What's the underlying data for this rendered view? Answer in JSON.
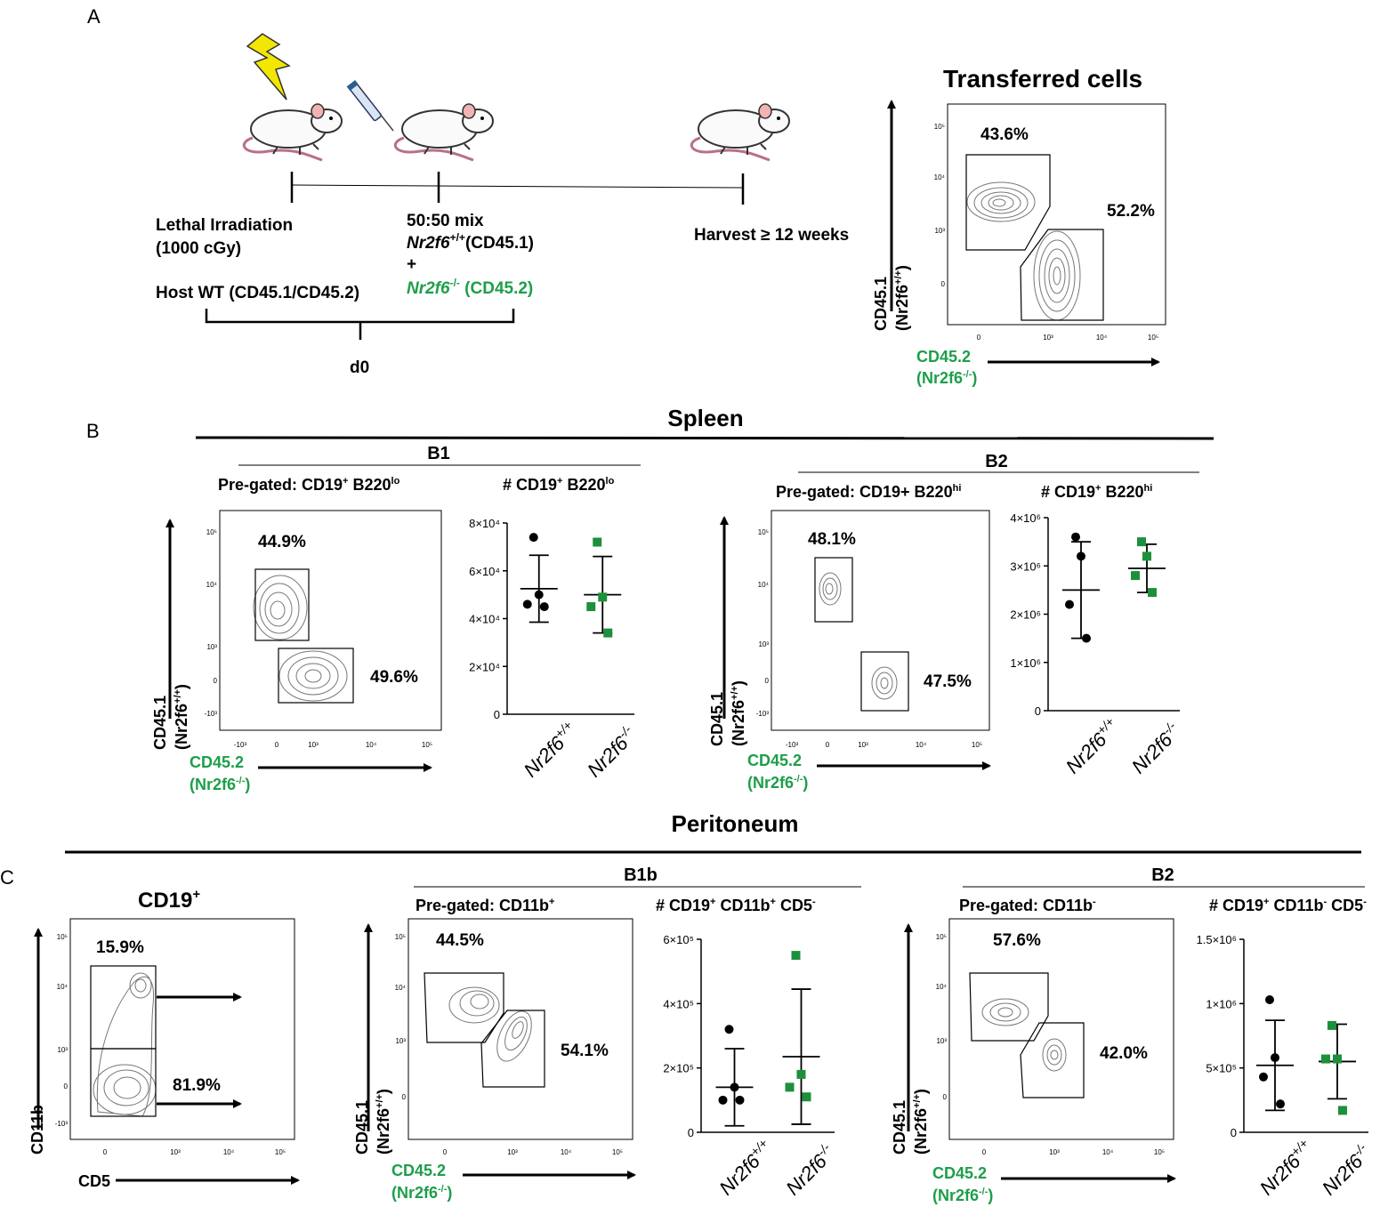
{
  "panels": {
    "a": "A",
    "b": "B",
    "c": "C"
  },
  "scheme": {
    "step1_line1": "Lethal Irradiation",
    "step1_line2": "(1000 cGy)",
    "host": "Host WT (CD45.1/CD45.2)",
    "mix_title": "50:50 mix",
    "mix_wt_gene": "Nr2f6",
    "mix_wt_sup": "+/+",
    "mix_wt_marker": "(CD45.1)",
    "mix_plus": "+",
    "mix_ko_gene": "Nr2f6",
    "mix_ko_sup": "-/-",
    "mix_ko_marker": " (CD45.2)",
    "day": "d0",
    "harvest": "Harvest ≥ 12 weeks"
  },
  "ticks": {
    "t5": "10⁵",
    "t4": "10⁴",
    "t3": "10³",
    "t0": "0",
    "tm3": "-10³"
  },
  "axes": {
    "cd45_1": "CD45.1",
    "nr2f6_wt_paren": "(Nr2f6",
    "wt_sup": "+/+",
    "close": ")",
    "cd45_2": "CD45.2",
    "nr2f6_ko_paren": "(Nr2f6",
    "ko_sup": "-/-",
    "cd11b": "CD11b",
    "cd5": "CD5"
  },
  "transferred": {
    "title": "Transferred cells",
    "pct_top": "43.6%",
    "pct_bottom": "52.2%"
  },
  "spleen": {
    "title": "Spleen",
    "b1": {
      "title": "B1",
      "pregate": "Pre-gated: CD19",
      "pregate_sup1": "+",
      "pregate_mid": " B220",
      "pregate_sup2": "lo",
      "count_title": "# CD19",
      "count_sup1": "+",
      "count_mid": " B220",
      "count_sup2": "lo",
      "pct_top": "44.9%",
      "pct_bottom": "49.6%"
    },
    "b2": {
      "title": "B2",
      "pregate": "Pre-gated: CD19+ B220",
      "pregate_sup": "hi",
      "count_title": "# CD19",
      "count_sup1": "+",
      "count_mid": " B220",
      "count_sup2": "hi",
      "pct_top": "48.1%",
      "pct_bottom": "47.5%"
    }
  },
  "peritoneum": {
    "title": "Peritoneum",
    "cd19": {
      "title": "CD19",
      "sup": "+",
      "pct_top": "15.9%",
      "pct_bottom": "81.9%"
    },
    "b1b": {
      "title": "B1b",
      "pregate": "Pre-gated: CD11b",
      "pregate_sup": "+",
      "count_title": "# CD19",
      "count_sup1": "+",
      "count_mid": " CD11b",
      "count_sup2": "+",
      "count_end": " CD5",
      "count_sup3": "-",
      "pct_top": "44.5%",
      "pct_bottom": "54.1%"
    },
    "b2": {
      "title": "B2",
      "pregate": "Pre-gated: CD11b",
      "pregate_sup": "-",
      "count_title": "# CD19",
      "count_sup1": "+",
      "count_mid": " CD11b",
      "count_sup2": "-",
      "count_end": " CD5",
      "count_sup3": "-",
      "pct_top": "57.6%",
      "pct_bottom": "42.0%"
    }
  },
  "chart_data": [
    {
      "type": "scatter",
      "title": "# CD19+ B220lo",
      "categories": [
        "Nr2f6+/+",
        "Nr2f6-/-"
      ],
      "yticks": [
        "0",
        "2×10⁴",
        "4×10⁴",
        "6×10⁴",
        "8×10⁴"
      ],
      "ylim": [
        0,
        80000
      ],
      "series": [
        {
          "name": "Nr2f6+/+",
          "color": "#000000",
          "marker": "circle",
          "values": [
            74000,
            50000,
            46000,
            45000
          ],
          "mean": 52500,
          "sd": 14000
        },
        {
          "name": "Nr2f6-/-",
          "color": "#1e8f3c",
          "marker": "square",
          "values": [
            72000,
            49000,
            45000,
            34000
          ],
          "mean": 50000,
          "sd": 16000
        }
      ]
    },
    {
      "type": "scatter",
      "title": "# CD19+ B220hi",
      "categories": [
        "Nr2f6+/+",
        "Nr2f6-/-"
      ],
      "yticks": [
        "0",
        "1×10⁶",
        "2×10⁶",
        "3×10⁶",
        "4×10⁶"
      ],
      "ylim": [
        0,
        4000000
      ],
      "series": [
        {
          "name": "Nr2f6+/+",
          "color": "#000000",
          "marker": "circle",
          "values": [
            3600000,
            3200000,
            2200000,
            1500000
          ],
          "mean": 2500000,
          "sd": 1000000
        },
        {
          "name": "Nr2f6-/-",
          "color": "#1e8f3c",
          "marker": "square",
          "values": [
            3500000,
            3200000,
            2800000,
            2450000
          ],
          "mean": 2950000,
          "sd": 500000
        }
      ]
    },
    {
      "type": "scatter",
      "title": "# CD19+ CD11b+ CD5-",
      "categories": [
        "Nr2f6+/+",
        "Nr2f6-/-"
      ],
      "yticks": [
        "0",
        "2×10⁵",
        "4×10⁵",
        "6×10⁵"
      ],
      "ylim": [
        0,
        600000
      ],
      "series": [
        {
          "name": "Nr2f6+/+",
          "color": "#000000",
          "marker": "circle",
          "values": [
            320000,
            140000,
            100000,
            100000
          ],
          "mean": 140000,
          "sd": 120000
        },
        {
          "name": "Nr2f6-/-",
          "color": "#1e8f3c",
          "marker": "square",
          "values": [
            550000,
            180000,
            140000,
            110000
          ],
          "mean": 235000,
          "sd": 210000
        }
      ]
    },
    {
      "type": "scatter",
      "title": "# CD19+ CD11b- CD5-",
      "categories": [
        "Nr2f6+/+",
        "Nr2f6-/-"
      ],
      "yticks": [
        "0",
        "5×10⁵",
        "1×10⁶",
        "1.5×10⁶"
      ],
      "ylim": [
        0,
        1500000
      ],
      "series": [
        {
          "name": "Nr2f6+/+",
          "color": "#000000",
          "marker": "circle",
          "values": [
            1030000,
            580000,
            430000,
            220000
          ],
          "mean": 520000,
          "sd": 350000
        },
        {
          "name": "Nr2f6-/-",
          "color": "#1e8f3c",
          "marker": "square",
          "values": [
            830000,
            570000,
            570000,
            170000
          ],
          "mean": 550000,
          "sd": 290000
        }
      ]
    }
  ],
  "xcat": {
    "wt": "Nr2f6",
    "wt_sup": "+/+",
    "ko": "Nr2f6",
    "ko_sup": "-/-"
  }
}
